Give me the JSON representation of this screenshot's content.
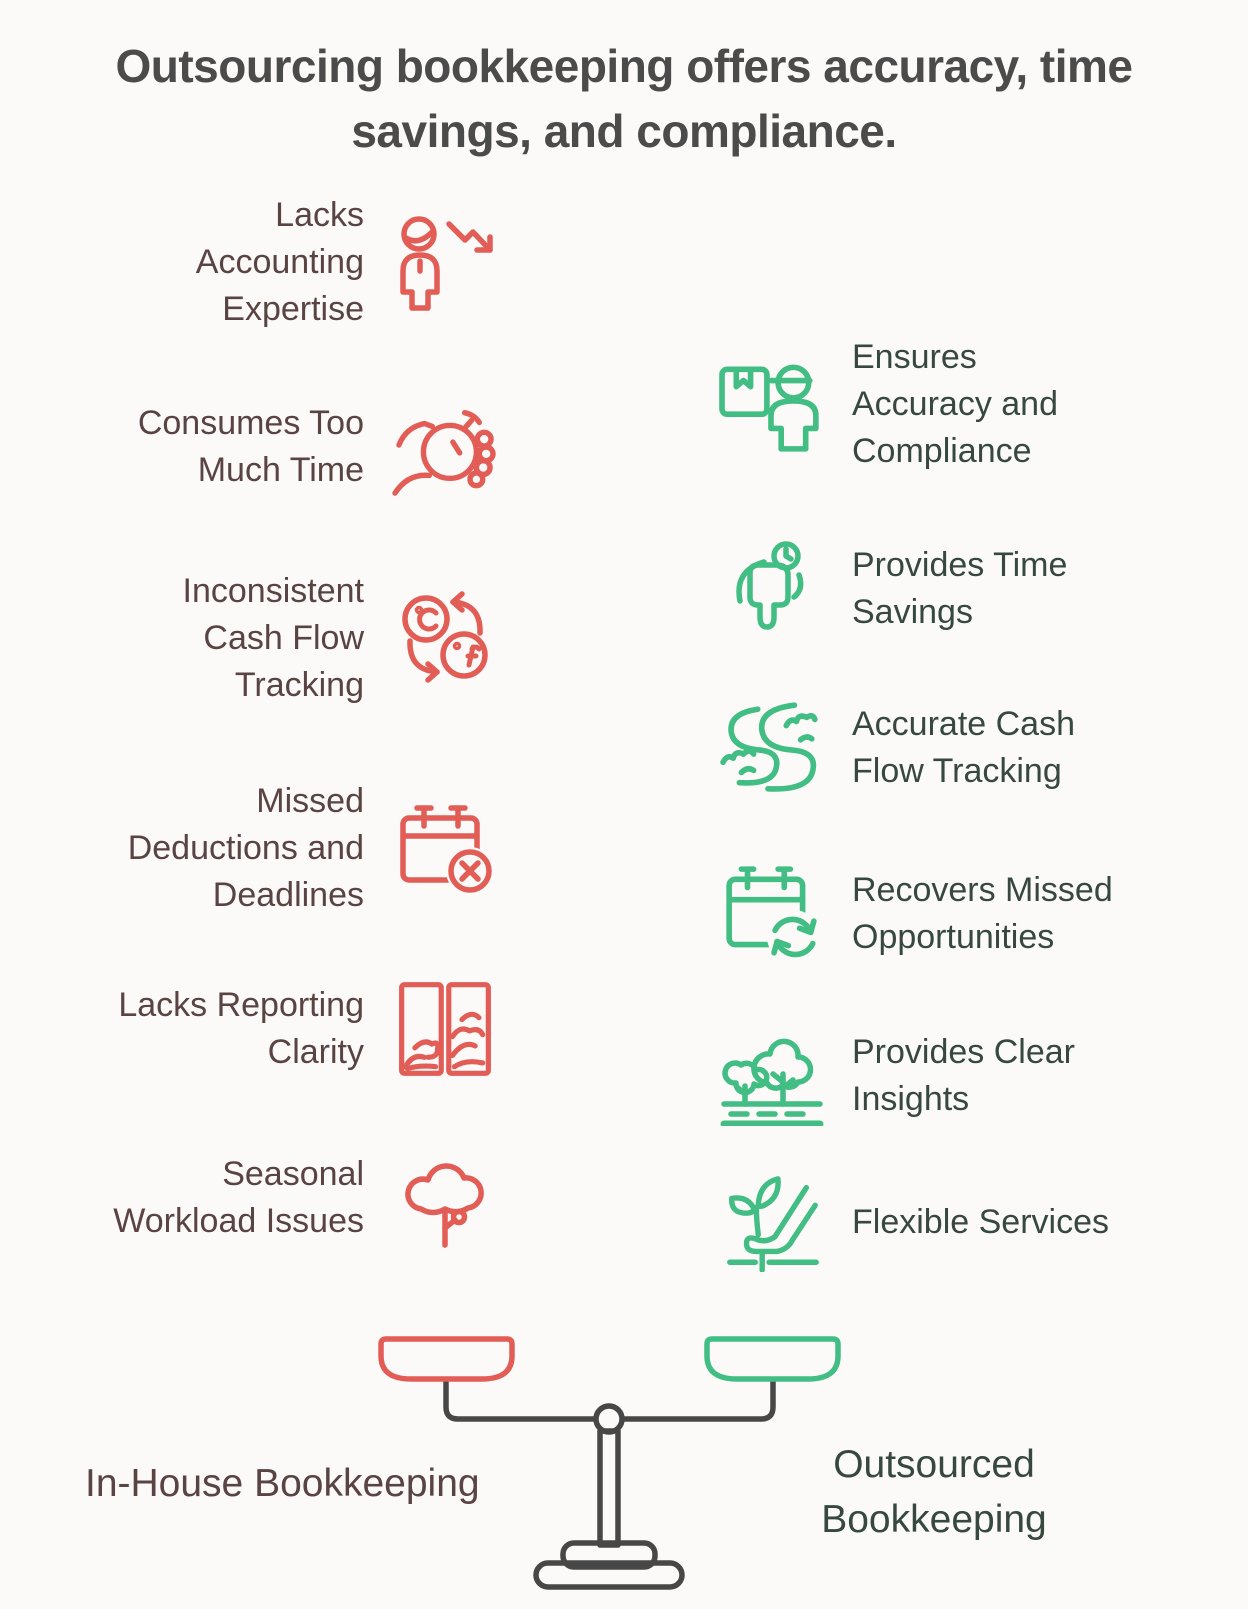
{
  "title": "Outsourcing bookkeeping offers accuracy, time savings, and compliance.",
  "colors": {
    "negative_accent": "#e25d56",
    "positive_accent": "#42bd83",
    "title_text": "#4b4b4b",
    "negative_text": "#594343",
    "positive_text": "#37483e",
    "scale_stroke": "#474747",
    "background": "#fbfaf8"
  },
  "left_column": {
    "label": "In-House Bookkeeping",
    "items": [
      {
        "label": "Lacks Accounting Expertise",
        "icon": "person-decline-icon"
      },
      {
        "label": "Consumes Too Much Time",
        "icon": "hand-stopwatch-icon"
      },
      {
        "label": "Inconsistent Cash Flow Tracking",
        "icon": "temperature-conversion-icon"
      },
      {
        "label": "Missed Deductions and Deadlines",
        "icon": "calendar-x-icon"
      },
      {
        "label": "Lacks Reporting Clarity",
        "icon": "foggy-windows-icon"
      },
      {
        "label": "Seasonal Workload Issues",
        "icon": "cloud-tree-icon"
      }
    ]
  },
  "right_column": {
    "label": "Outsourced Bookkeeping",
    "items": [
      {
        "label": "Ensures Accuracy and Compliance",
        "icon": "delivery-person-icon"
      },
      {
        "label": "Provides Time Savings",
        "icon": "pointing-hand-clock-icon"
      },
      {
        "label": "Accurate Cash Flow Tracking",
        "icon": "river-icon"
      },
      {
        "label": "Recovers Missed Opportunities",
        "icon": "calendar-refresh-icon"
      },
      {
        "label": "Provides Clear Insights",
        "icon": "trees-icon"
      },
      {
        "label": "Flexible Services",
        "icon": "sprout-hand-icon"
      }
    ]
  },
  "scale": {
    "left_pan": "in-house",
    "right_pan": "outsourced"
  }
}
